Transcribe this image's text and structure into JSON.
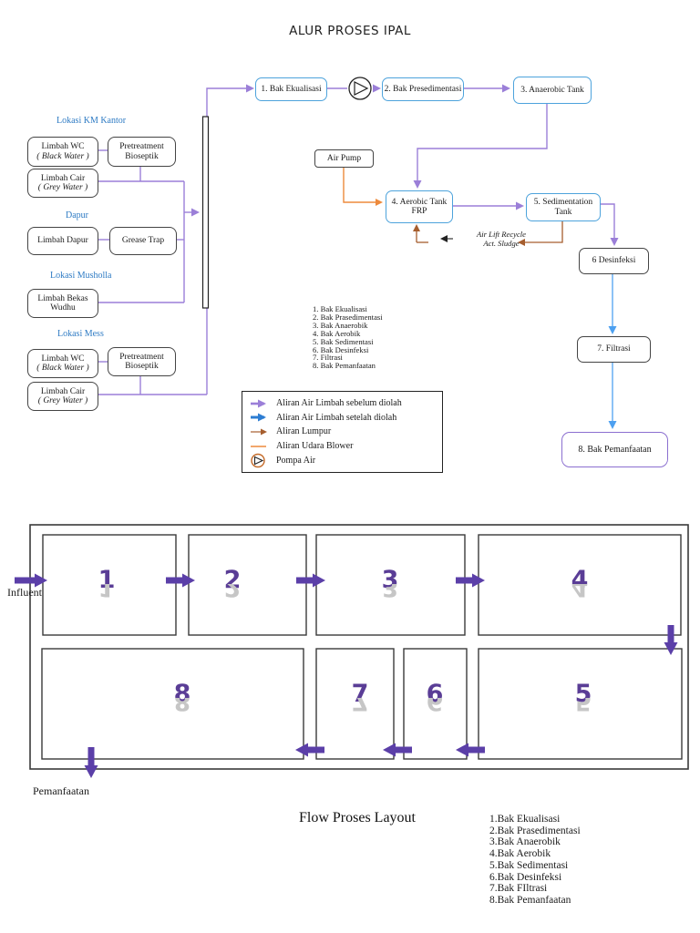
{
  "title": "ALUR PROSES IPAL",
  "colors": {
    "blue_box_border": "#4da3dc",
    "purple_line_before": "#9b7fd8",
    "blue_line_after": "#4da0f0",
    "orange_blower": "#ed8a3c",
    "brown_sludge": "#a65e2e",
    "layout_arrow_purple": "#5b3fa8",
    "number_purple": "#5a3d96",
    "section_label_blue": "#2e7bc4"
  },
  "process_flow": {
    "bak_ekualisasi": "1. Bak Ekualisasi",
    "bak_presedimentasi": "2. Bak Presedimentasi",
    "anaerobic_tank": "3. Anaerobic Tank",
    "aerobic_tank_line1": "4. Aerobic Tank",
    "aerobic_tank_line2": "FRP",
    "sedimentation_line1": "5. Sedimentation",
    "sedimentation_line2": "Tank",
    "desinfeksi": "6 Desinfeksi",
    "filtrasi": "7. Filtrasi",
    "bak_pemanfaatan": "8. Bak Pemanfaatan",
    "air_pump": "Air Pump",
    "recycle_line1": "Air Lift Recycle",
    "recycle_line2": "Act. Sludge"
  },
  "sources": {
    "km_kantor": {
      "label": "Lokasi KM Kantor",
      "limbah_wc_line1": "Limbah WC",
      "limbah_wc_line2": "( Black Water )",
      "pretreatment_line1": "Pretreatment",
      "pretreatment_line2": "Bioseptik",
      "limbah_cair_line1": "Limbah Cair",
      "limbah_cair_line2": "( Grey Water )"
    },
    "dapur": {
      "label": "Dapur",
      "limbah_dapur": "Limbah Dapur",
      "grease_trap": "Grease Trap"
    },
    "musholla": {
      "label": "Lokasi Musholla",
      "limbah_bekas_line1": "Limbah Bekas",
      "limbah_bekas_line2": "Wudhu"
    },
    "mess": {
      "label": "Lokasi Mess",
      "limbah_wc_line1": "Limbah WC",
      "limbah_wc_line2": "( Black Water )",
      "pretreatment_line1": "Pretreatment",
      "pretreatment_line2": "Bioseptik",
      "limbah_cair_line1": "Limbah Cair",
      "limbah_cair_line2": "( Grey Water )"
    }
  },
  "process_list": {
    "items": [
      "1. Bak Ekualisasi",
      "2. Bak Prasedimentasi",
      "3. Bak Anaerobik",
      "4. Bak Aerobik",
      "5. Bak Sedimentasi",
      "6. Bak Desinfeksi",
      "7. Filtrasi",
      "8. Bak Pemanfaatan"
    ]
  },
  "legend": {
    "items": [
      {
        "symbol": "purple-arrow",
        "label": "Aliran Air Limbah sebelum diolah"
      },
      {
        "symbol": "blue-arrow",
        "label": "Aliran Air Limbah setelah diolah"
      },
      {
        "symbol": "brown-arrow",
        "label": "Aliran Lumpur"
      },
      {
        "symbol": "orange-line",
        "label": "Aliran Udara Blower"
      },
      {
        "symbol": "pump",
        "label": "Pompa Air"
      }
    ]
  },
  "layout": {
    "title": "Flow Proses Layout",
    "influent_label": "Influent",
    "pemanfaatan_label": "Pemanfaatan",
    "compartments": [
      "1",
      "2",
      "3",
      "4",
      "5",
      "6",
      "7",
      "8"
    ]
  },
  "layout_list": {
    "items": [
      "1.Bak Ekualisasi",
      "2.Bak Prasedimentasi",
      "3.Bak Anaerobik",
      "4.Bak Aerobik",
      "5.Bak Sedimentasi",
      "6.Bak Desinfeksi",
      "7.Bak FIltrasi",
      "8.Bak Pemanfaatan"
    ]
  }
}
